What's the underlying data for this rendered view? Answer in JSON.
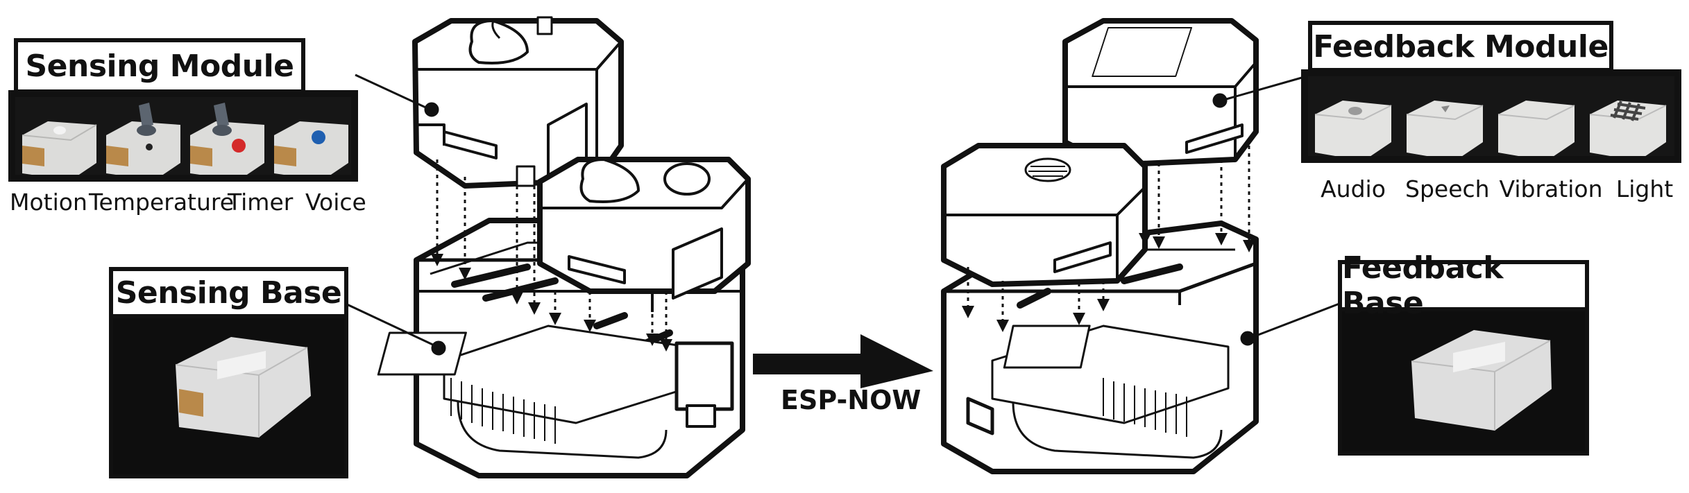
{
  "sensing_module": {
    "title": "Sensing Module",
    "tiles": [
      {
        "caption": "Motion",
        "knob": "none",
        "accent": "#e6e6e6"
      },
      {
        "caption": "Temperature",
        "knob": "dial",
        "accent": "#222222"
      },
      {
        "caption": "Timer",
        "knob": "dial",
        "accent": "#d42a2a"
      },
      {
        "caption": "Voice",
        "knob": "none",
        "accent": "#1f5fb0"
      }
    ]
  },
  "sensing_base": {
    "title": "Sensing Base"
  },
  "feedback_module": {
    "title": "Feedback Module",
    "tiles": [
      {
        "caption": "Audio"
      },
      {
        "caption": "Speech"
      },
      {
        "caption": "Vibration"
      },
      {
        "caption": "Light"
      }
    ]
  },
  "feedback_base": {
    "title": "Feedback Base"
  },
  "link": {
    "label": "ESP-NOW"
  },
  "colors": {
    "line": "#111111",
    "photo_bg": "#141414",
    "plastic": "#e8e8e6",
    "label_wood": "#b98a4a"
  }
}
